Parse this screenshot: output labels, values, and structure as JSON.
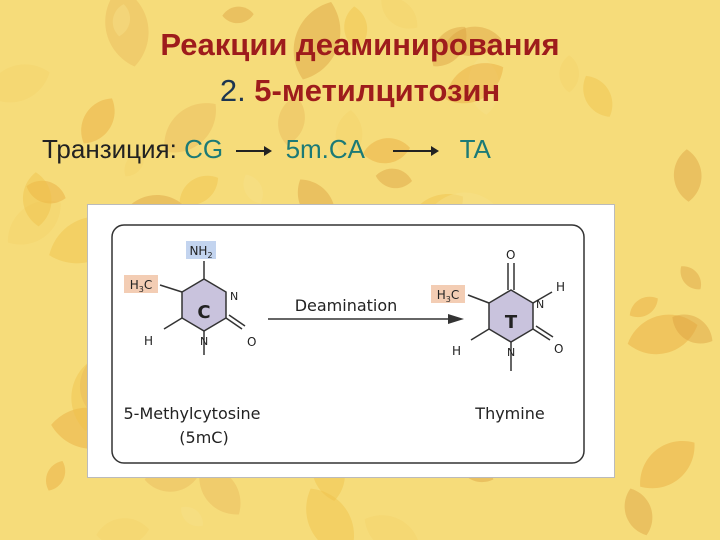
{
  "slide": {
    "title_line1": "Реакции деаминирования",
    "title_line2_number": "2.",
    "title_line2_text": " 5-метилцитозин",
    "transition_label": "Транзиция: ",
    "transition_from": "CG",
    "transition_mid": "5m.CA",
    "transition_to": "TA"
  },
  "figure": {
    "arrow_label": "Deamination",
    "left": {
      "ring_letter": "C",
      "amine": "NH2",
      "methyl": "H3C",
      "n3": "N",
      "n1": "N",
      "o2": "O",
      "h6": "H",
      "name": "5-Methylcytosine",
      "abbrev": "(5mC)"
    },
    "right": {
      "ring_letter": "T",
      "o4": "O",
      "methyl": "H3C",
      "n3": "N",
      "h3": "H",
      "n1": "N",
      "o2": "O",
      "h6": "H",
      "name": "Thymine"
    }
  },
  "colors": {
    "title": "#9e1c1c",
    "number": "#1d3550",
    "transition_accent": "#1c7a76",
    "ring_fill": "#c9c3dd",
    "nh2_fill": "#c3d4ef",
    "methyl_fill": "#f3cdb4",
    "background": "#f6dc7a"
  }
}
